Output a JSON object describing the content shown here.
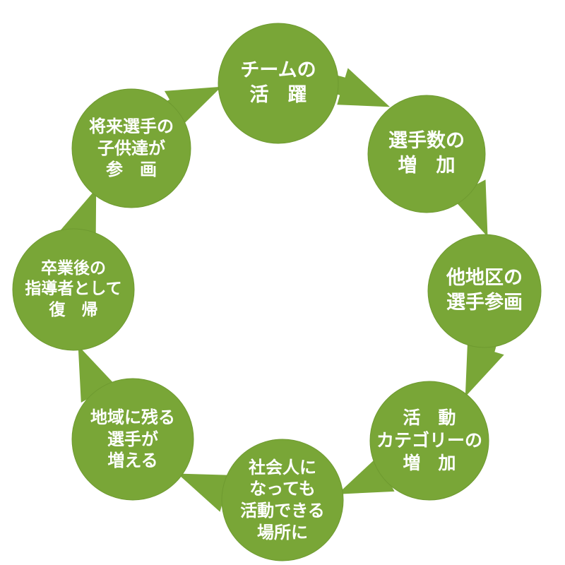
{
  "colors": {
    "circle_fill": "#79A637",
    "circle_edge": "#6E9A30",
    "arrow_fill": "#79A637",
    "label_text": "#FFFFFF",
    "background": "#FFFFFF"
  },
  "cycle": {
    "nodes": [
      {
        "id": "team-success",
        "lines": [
          "チームの",
          "活　躍"
        ]
      },
      {
        "id": "player-count-increase",
        "lines": [
          "選手数の",
          "増　加"
        ]
      },
      {
        "id": "other-region-players",
        "lines": [
          "他地区の",
          "選手参画"
        ]
      },
      {
        "id": "activity-category-increase",
        "lines": [
          "活　動",
          "カテゴリーの",
          "増　加"
        ]
      },
      {
        "id": "place-for-working-adults",
        "lines": [
          "社会人に",
          "なっても",
          "活動できる",
          "場所に"
        ]
      },
      {
        "id": "players-stay-in-region",
        "lines": [
          "地域に残る",
          "選手が",
          "増える"
        ]
      },
      {
        "id": "graduates-return-as-coaches",
        "lines": [
          "卒業後の",
          "指導者として",
          "復　帰"
        ]
      },
      {
        "id": "future-players-join",
        "lines": [
          "将来選手の",
          "子供達が",
          "参　画"
        ]
      }
    ]
  }
}
